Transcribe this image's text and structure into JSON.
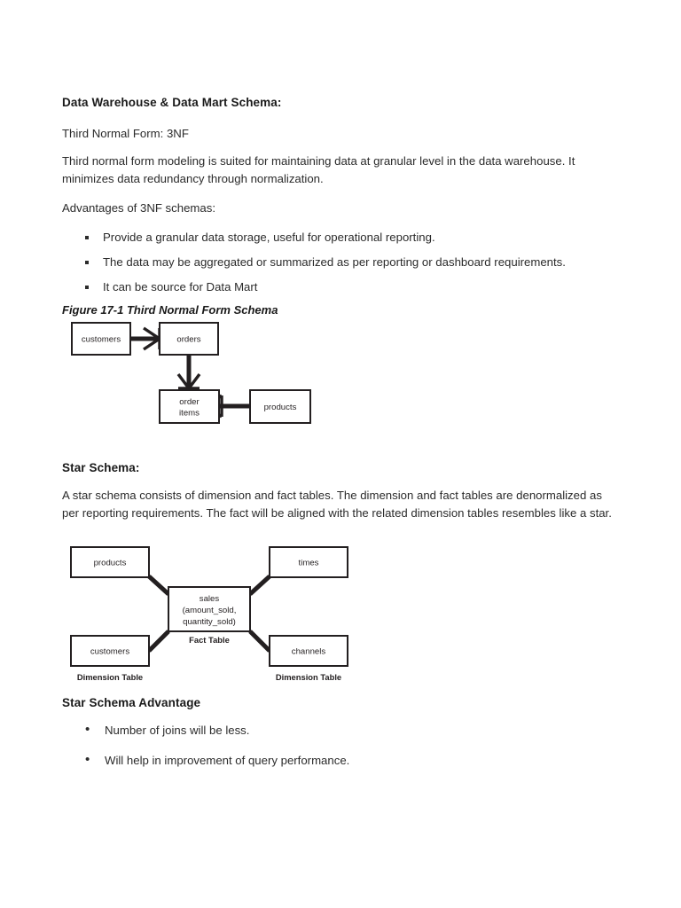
{
  "document": {
    "title": "Data Warehouse & Data Mart Schema:",
    "sections": {
      "tnf": {
        "subtitle": "Third Normal Form: 3NF",
        "paragraph": "Third normal form modeling is suited for maintaining data at granular level in the data warehouse. It minimizes data redundancy through normalization.",
        "advantages_intro": "Advantages of 3NF schemas:",
        "advantages": [
          "Provide a granular data storage, useful for operational reporting.",
          "The data may be aggregated or summarized as per reporting or dashboard requirements.",
          "It can be source for Data Mart"
        ],
        "figure_caption": "Figure 17-1 Third Normal Form Schema"
      },
      "star": {
        "title": "Star Schema:",
        "paragraph": "A star schema consists of dimension and fact tables. The dimension and fact tables are denormalized as per reporting requirements. The fact will be aligned with the related dimension tables resembles like a star."
      },
      "advantage": {
        "title": "Star Schema Advantage",
        "items": [
          "Number of joins will be less.",
          "Will help in improvement of query performance."
        ]
      }
    }
  },
  "figures": {
    "tnf_diagram": {
      "entities": {
        "customers": "customers",
        "orders": "orders",
        "order_items_line1": "order",
        "order_items_line2": "items",
        "products": "products"
      }
    },
    "star_diagram": {
      "dimensions": {
        "products": "products",
        "times": "times",
        "customers": "customers",
        "channels": "channels"
      },
      "fact": {
        "name": "sales",
        "measures_line1": "(amount_sold,",
        "measures_line2": "quantity_sold)",
        "caption": "Fact Table"
      },
      "labels": {
        "dimension_left": "Dimension Table",
        "dimension_right": "Dimension Table"
      }
    }
  },
  "colors": {
    "ink": "#231f20",
    "body": "#2b2b2b",
    "page": "#ffffff"
  }
}
